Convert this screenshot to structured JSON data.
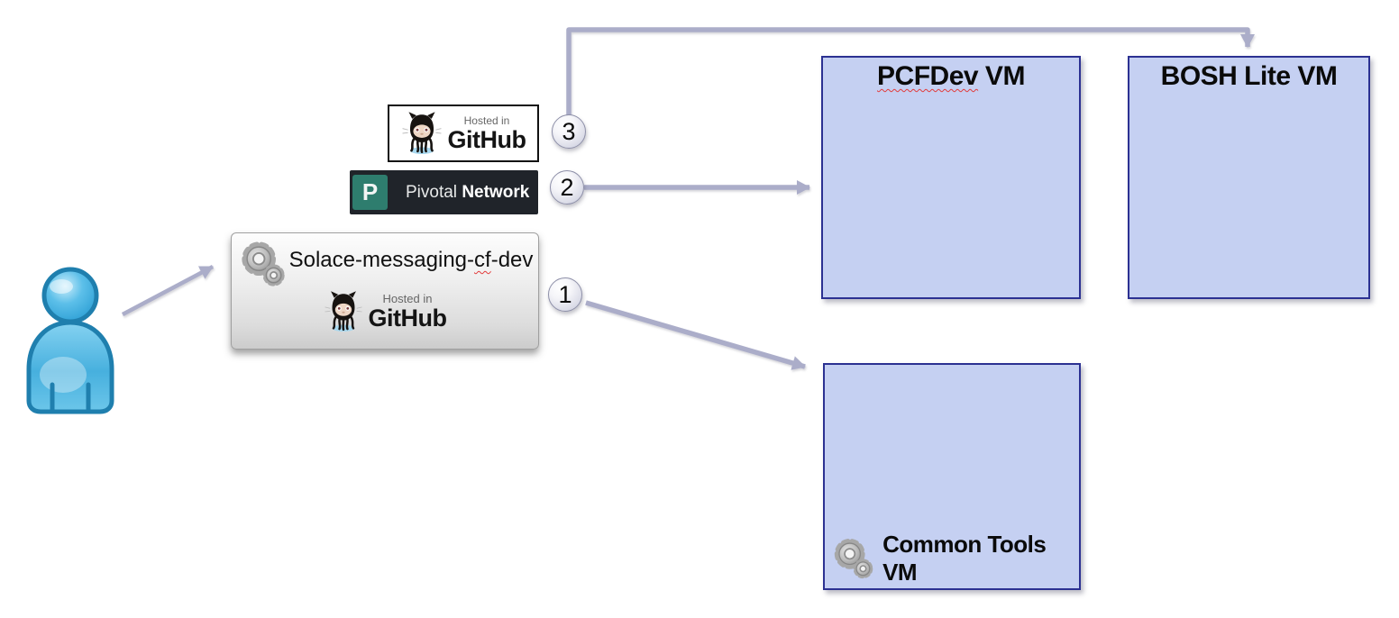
{
  "solace_box": {
    "title_pre": "Solace-messaging-",
    "title_squiggled": "cf",
    "title_post": "-dev",
    "badge_hosted_in": "Hosted in",
    "badge_brand": "GitHub"
  },
  "github_badge": {
    "hosted_in": "Hosted in",
    "brand": "GitHub"
  },
  "pivotal_badge": {
    "logo_letter": "P",
    "word_regular": "Pivotal",
    "word_bold": "Network"
  },
  "step_markers": {
    "step1": "1",
    "step2": "2",
    "step3": "3"
  },
  "vm_boxes": {
    "pcfdev_title_squiggled": "PCFDev",
    "pcfdev_title_rest": " VM",
    "bosh_title": "BOSH Lite VM",
    "common_title": "Common Tools VM"
  },
  "colors": {
    "vm_fill": "#c5d0f2",
    "vm_border": "#2c3192",
    "arrow": "#abadc9",
    "pivotal_bg": "#20242a",
    "pivotal_teal": "#2e7d6e",
    "person_blue": "#3fb0e0"
  }
}
